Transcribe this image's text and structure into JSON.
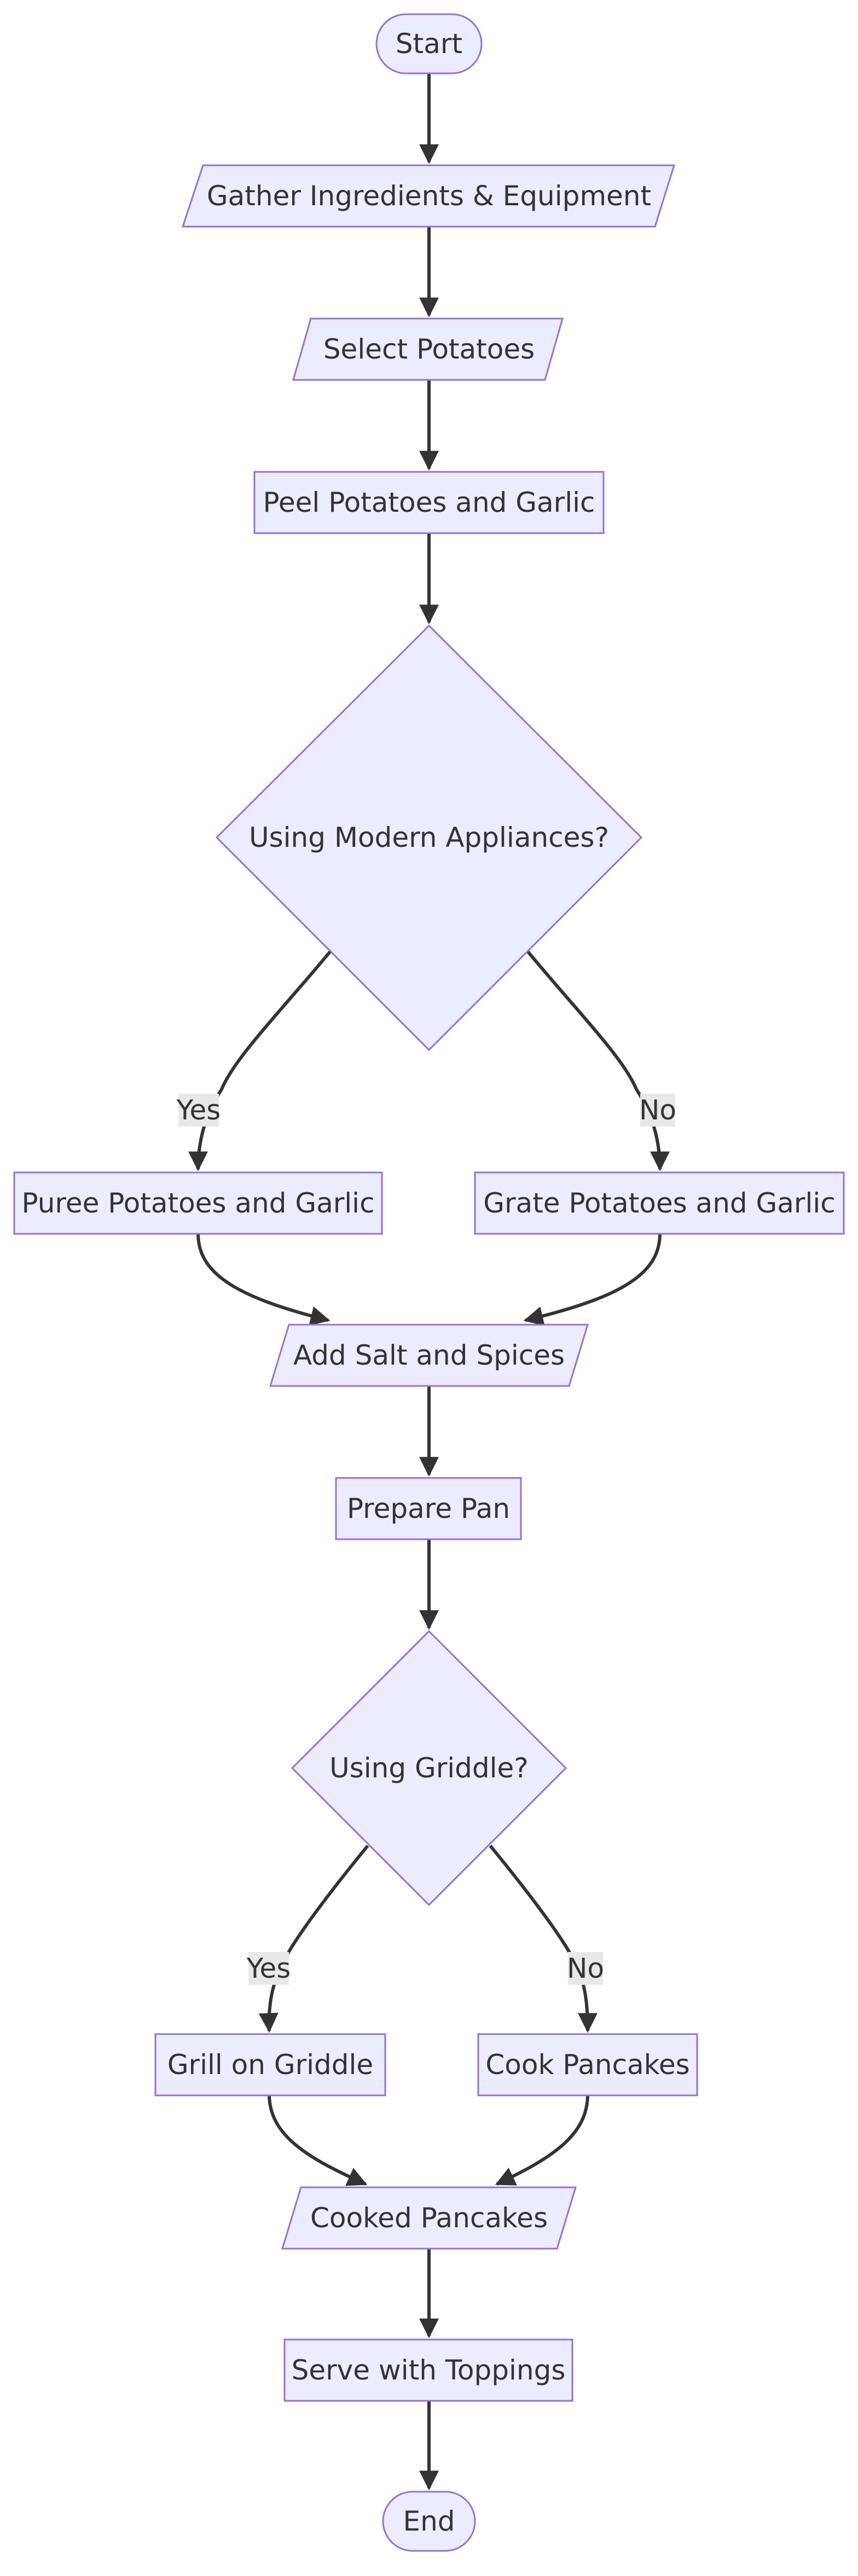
{
  "colors": {
    "node_fill": "#ECECFF",
    "node_stroke": "#9370DB",
    "edge": "#333333",
    "text": "#333333",
    "edge_label_background": "#e8e8e8"
  },
  "nodes": {
    "start": {
      "label": "Start",
      "shape": "stadium"
    },
    "gather": {
      "label": "Gather Ingredients & Equipment",
      "shape": "parallelogram"
    },
    "select": {
      "label": "Select Potatoes",
      "shape": "parallelogram"
    },
    "peel": {
      "label": "Peel Potatoes and Garlic",
      "shape": "rectangle"
    },
    "modern": {
      "label": "Using Modern Appliances?",
      "shape": "diamond"
    },
    "puree": {
      "label": "Puree Potatoes and Garlic",
      "shape": "rectangle"
    },
    "grate": {
      "label": "Grate Potatoes and Garlic",
      "shape": "rectangle"
    },
    "salt": {
      "label": "Add Salt and Spices",
      "shape": "parallelogram"
    },
    "pan": {
      "label": "Prepare Pan",
      "shape": "rectangle"
    },
    "griddle": {
      "label": "Using Griddle?",
      "shape": "diamond"
    },
    "grill": {
      "label": "Grill on Griddle",
      "shape": "rectangle"
    },
    "cook": {
      "label": "Cook Pancakes",
      "shape": "rectangle"
    },
    "cooked": {
      "label": "Cooked Pancakes",
      "shape": "parallelogram"
    },
    "serve": {
      "label": "Serve with Toppings",
      "shape": "rectangle"
    },
    "end": {
      "label": "End",
      "shape": "stadium"
    }
  },
  "edges": {
    "modern_yes": {
      "from": "modern",
      "to": "puree",
      "label": "Yes"
    },
    "modern_no": {
      "from": "modern",
      "to": "grate",
      "label": "No"
    },
    "griddle_yes": {
      "from": "griddle",
      "to": "grill",
      "label": "Yes"
    },
    "griddle_no": {
      "from": "griddle",
      "to": "cook",
      "label": "No"
    }
  },
  "connections": [
    [
      "start",
      "gather"
    ],
    [
      "gather",
      "select"
    ],
    [
      "select",
      "peel"
    ],
    [
      "peel",
      "modern"
    ],
    [
      "modern",
      "puree"
    ],
    [
      "modern",
      "grate"
    ],
    [
      "puree",
      "salt"
    ],
    [
      "grate",
      "salt"
    ],
    [
      "salt",
      "pan"
    ],
    [
      "pan",
      "griddle"
    ],
    [
      "griddle",
      "grill"
    ],
    [
      "griddle",
      "cook"
    ],
    [
      "grill",
      "cooked"
    ],
    [
      "cook",
      "cooked"
    ],
    [
      "cooked",
      "serve"
    ],
    [
      "serve",
      "end"
    ]
  ]
}
